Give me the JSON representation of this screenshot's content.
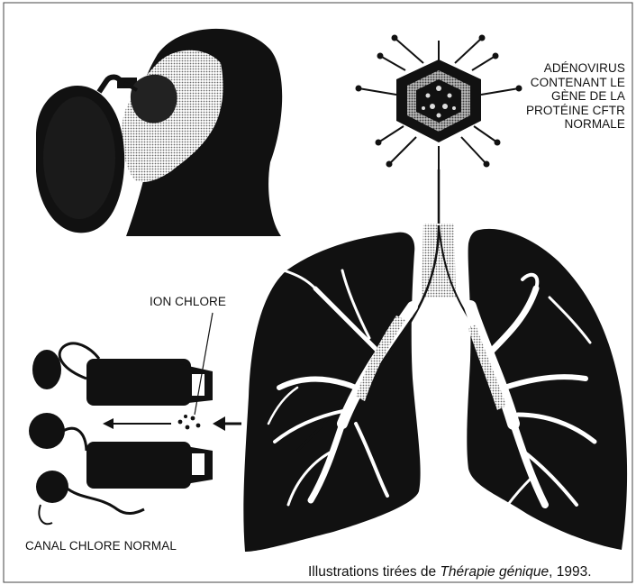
{
  "labels": {
    "adenovirus": [
      "ADÉNOVIRUS",
      "CONTENANT LE",
      "GÈNE DE LA",
      "PROTÉINE CFTR",
      "NORMALE"
    ],
    "ion_chlore": "ION CHLORE",
    "canal_chlore": "CANAL CHLORE NORMAL"
  },
  "credit": {
    "prefix": "Illustrations tirées de ",
    "book_title": "Thérapie génique",
    "suffix": ", 1993."
  },
  "colors": {
    "ink": "#111111",
    "paper": "#ffffff",
    "halftone": "#9a9a9a"
  }
}
